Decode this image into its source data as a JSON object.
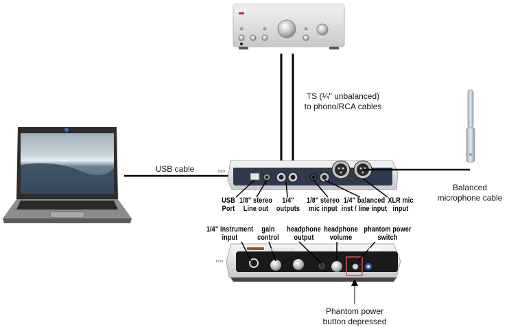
{
  "devices": {
    "amplifier": {
      "name": "Stereo amplifier"
    },
    "laptop": {
      "name": "Laptop computer"
    },
    "microphone": {
      "name": "Measurement microphone"
    },
    "interface_back": {
      "name": "M-Audio MobilePre USB (back)",
      "side_label": "back"
    },
    "interface_front": {
      "name": "M-Audio MobilePre USB (front)",
      "side_label": "front",
      "brand": "M-AUDIO",
      "model": "MOBILEPRE USB",
      "subtitle": "preamp | audio interface"
    }
  },
  "cables": {
    "usb": "USB cable",
    "ts_line1": "TS (¼\" unbalanced)",
    "ts_line2": "to phono/RCA cables",
    "mic_line1": "Balanced",
    "mic_line2": "microphone cable"
  },
  "back_labels": [
    {
      "line1": "USB",
      "line2": "Port"
    },
    {
      "line1": "1/8\" stereo",
      "line2": "Line out"
    },
    {
      "line1": "1/4\"",
      "line2": "outputs"
    },
    {
      "line1": "1/8\" stereo",
      "line2": "mic input"
    },
    {
      "line1": "1/4\" balanced",
      "line2": "inst / line input"
    },
    {
      "line1": "XLR mic",
      "line2": "input"
    }
  ],
  "front_labels": [
    {
      "line1": "1/4\" instrument",
      "line2": "input"
    },
    {
      "line1": "gain",
      "line2": "control"
    },
    {
      "line1": "headphone",
      "line2": "output"
    },
    {
      "line1": "headphone",
      "line2": "volume"
    },
    {
      "line1": "phantom power",
      "line2": "switch"
    }
  ],
  "annotation": {
    "line1": "Phantom power",
    "line2": "button depressed"
  },
  "colors": {
    "cable": "#000000",
    "highlight": "#d9534f",
    "panel_dark": "#2f3a4e",
    "device_silver": "#d8d8d8"
  }
}
